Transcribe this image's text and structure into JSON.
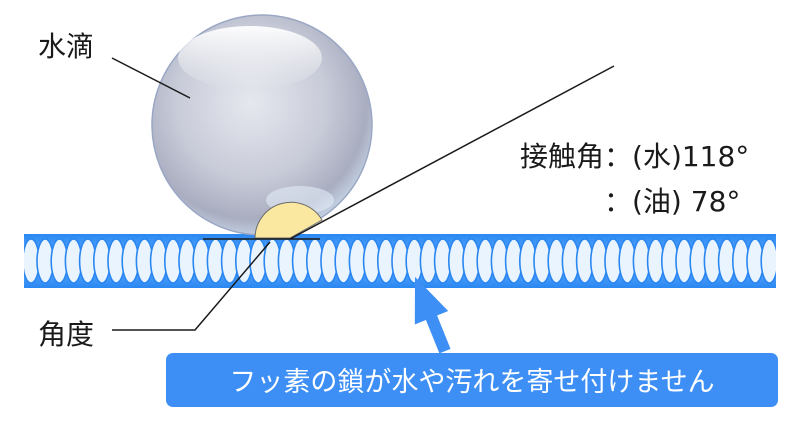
{
  "labels": {
    "droplet": "水滴",
    "angle": "角度",
    "contact_angle_title": "接触角",
    "water_line": "：(水)118°",
    "oil_line": "：(油)  78°"
  },
  "banner": {
    "text": "フッ素の鎖が水や汚れを寄せ付けません"
  },
  "contact_angles": [
    {
      "medium": "水",
      "degrees": 118
    },
    {
      "medium": "油",
      "degrees": 78
    }
  ],
  "colors": {
    "banner": "#3d8ff5",
    "arrow": "#3d8ff5",
    "surface": "#1e90ff",
    "angle_fill": "#fbe8a0",
    "droplet": "#b9bdcc"
  }
}
